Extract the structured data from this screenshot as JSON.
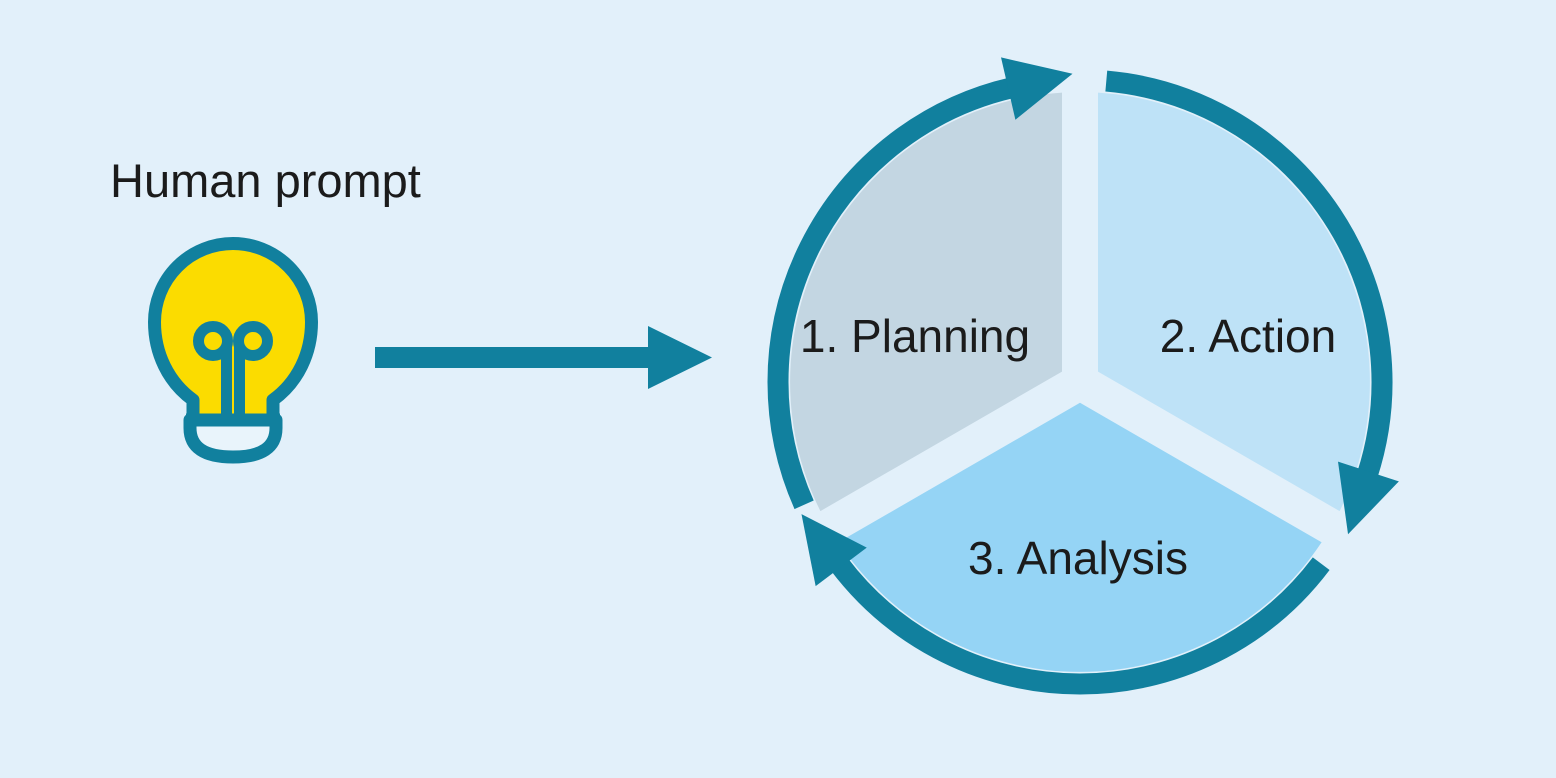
{
  "heading": {
    "text": "Human prompt"
  },
  "colors": {
    "background": "#E2F0FA",
    "accent_teal": "#11809E",
    "bulb_yellow": "#FBDC00",
    "bulb_base_fill": "#E9F4FB",
    "text": "#1B1B1B"
  },
  "icons": {
    "lightbulb": "lightbulb-idea-icon",
    "arrow": "arrow-right-icon",
    "cycle_arrows": "circular-cycle-arrow-icon"
  },
  "cycle": {
    "description": "three-step circular loop",
    "steps": [
      {
        "label": "1. Planning",
        "fill": "#C3D6E2"
      },
      {
        "label": "2. Action",
        "fill": "#BEE2F7"
      },
      {
        "label": "3. Analysis",
        "fill": "#95D4F5"
      }
    ]
  }
}
